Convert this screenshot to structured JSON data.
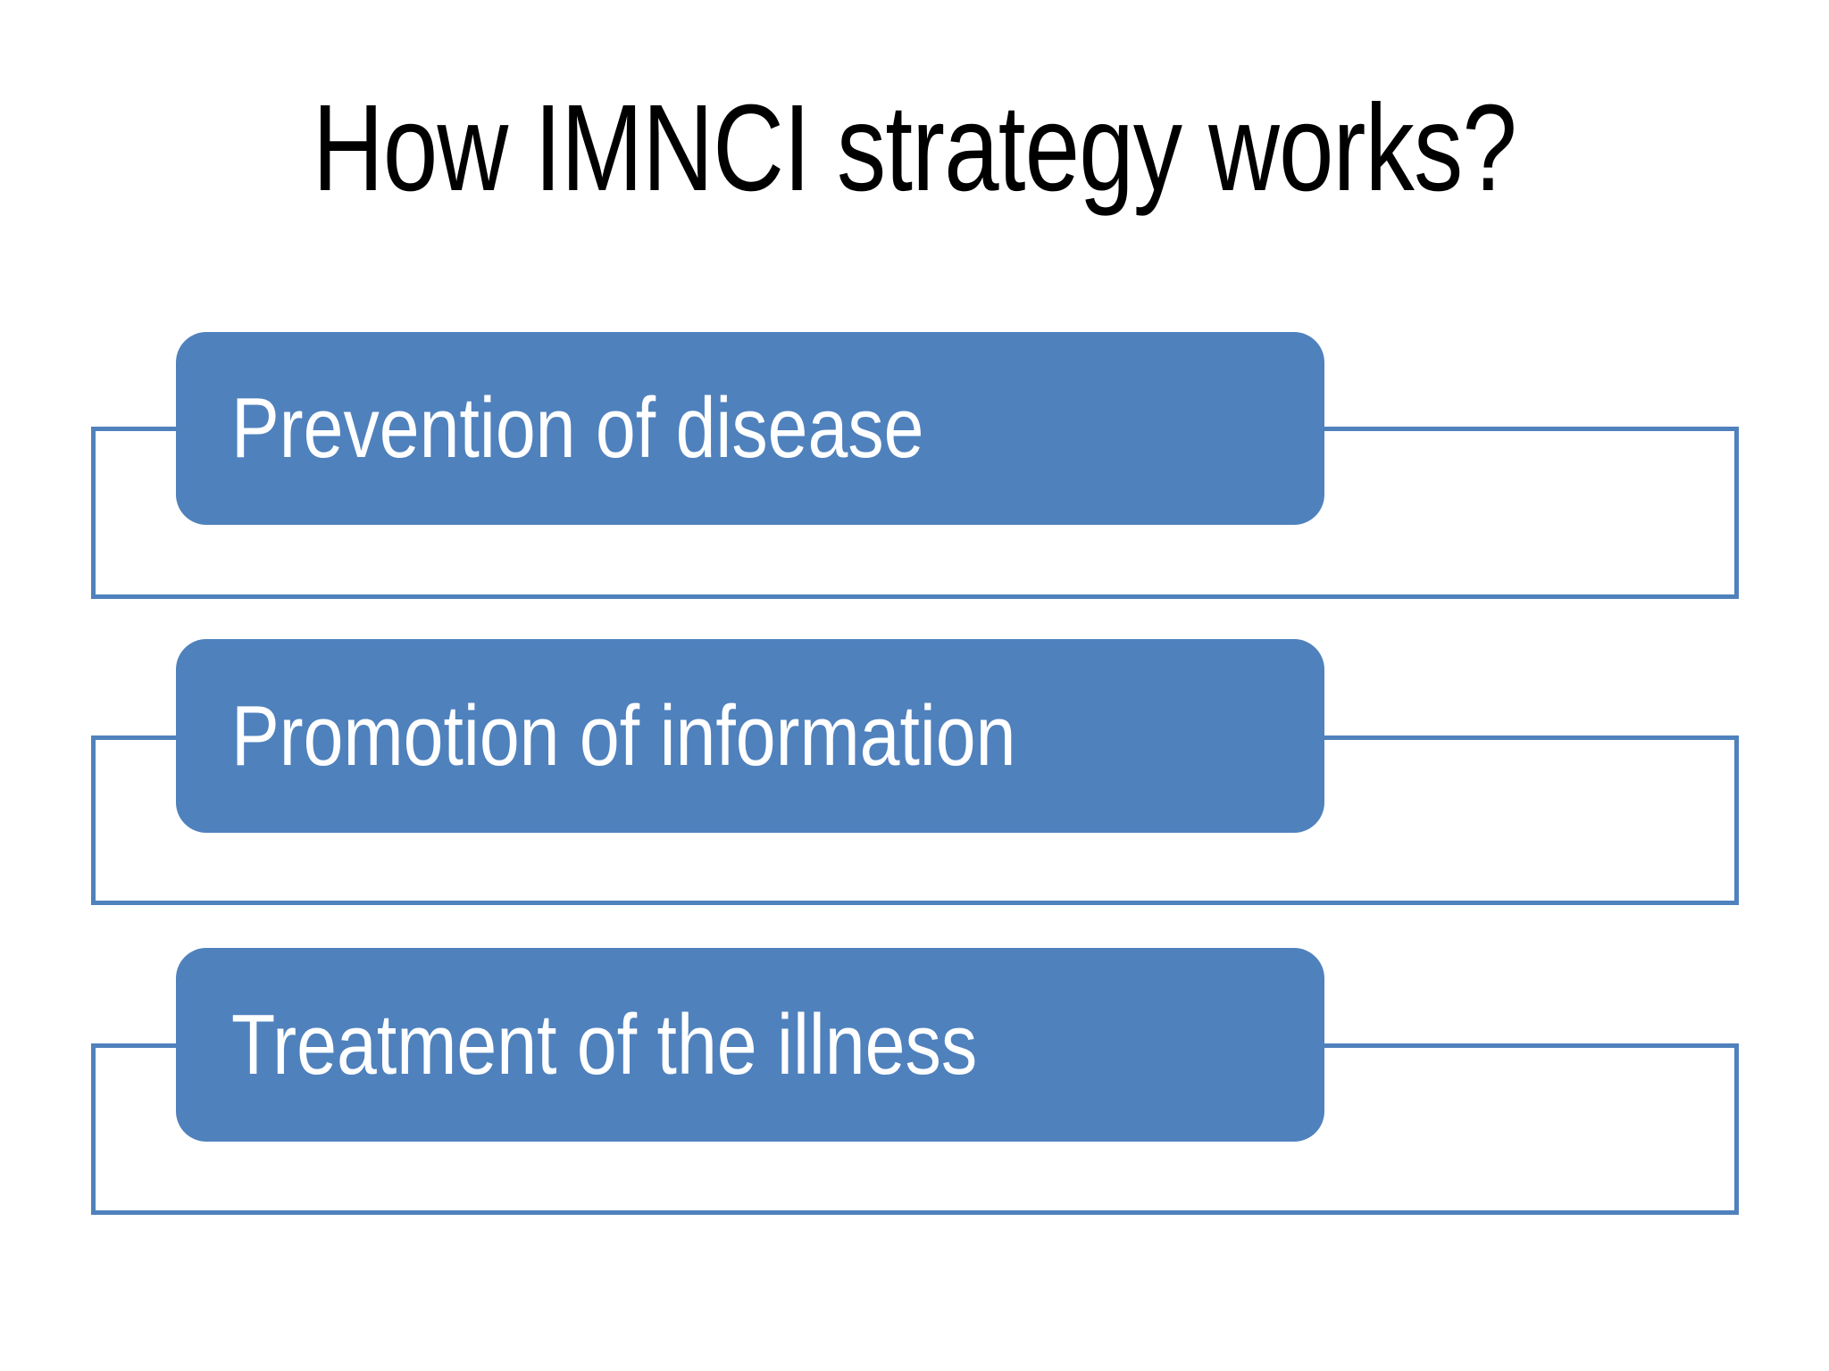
{
  "slide": {
    "title": "How IMNCI strategy works?",
    "background_color": "#FFFFFF",
    "title_color": "#000000",
    "accent_color": "#4F81BD"
  },
  "diagram": {
    "type": "vertical-stacked-callout-list",
    "items": [
      {
        "label": "Prevention of disease",
        "chip_fill": "#4F81BD",
        "chip_text_color": "#FFFFFF",
        "outline_color": "#4F81BD"
      },
      {
        "label": "Promotion of information",
        "chip_fill": "#4F81BD",
        "chip_text_color": "#FFFFFF",
        "outline_color": "#4F81BD"
      },
      {
        "label": "Treatment of the illness",
        "chip_fill": "#4F81BD",
        "chip_text_color": "#FFFFFF",
        "outline_color": "#4F81BD"
      }
    ]
  }
}
